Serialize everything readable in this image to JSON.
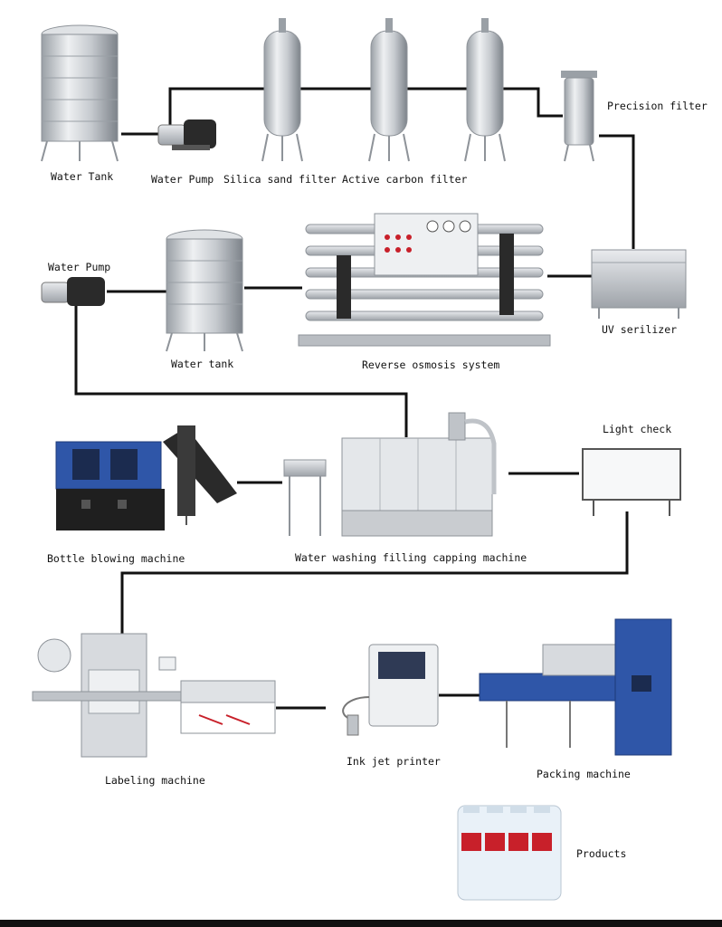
{
  "labels": {
    "water_tank_1": "Water Tank",
    "water_pump_1": "Water Pump",
    "silica_sand_filter": "Silica sand filter",
    "active_carbon_filter": "Active carbon filter",
    "precision_filter": "Precision filter",
    "uv_sterilizer": "UV serilizer",
    "reverse_osmosis": "Reverse osmosis system",
    "water_tank_2": "Water tank",
    "water_pump_2": "Water Pump",
    "light_check": "Light check",
    "bottle_blowing": "Bottle blowing machine",
    "filling_machine": "Water washing filling capping machine",
    "labeling": "Labeling machine",
    "ink_jet": "Ink jet printer",
    "packing": "Packing machine",
    "products": "Products"
  },
  "colors": {
    "line": "#111111",
    "steel": "#c9ccd0",
    "steel_dark": "#8e9399",
    "blue": "#2f56a8",
    "red": "#c8202a"
  }
}
